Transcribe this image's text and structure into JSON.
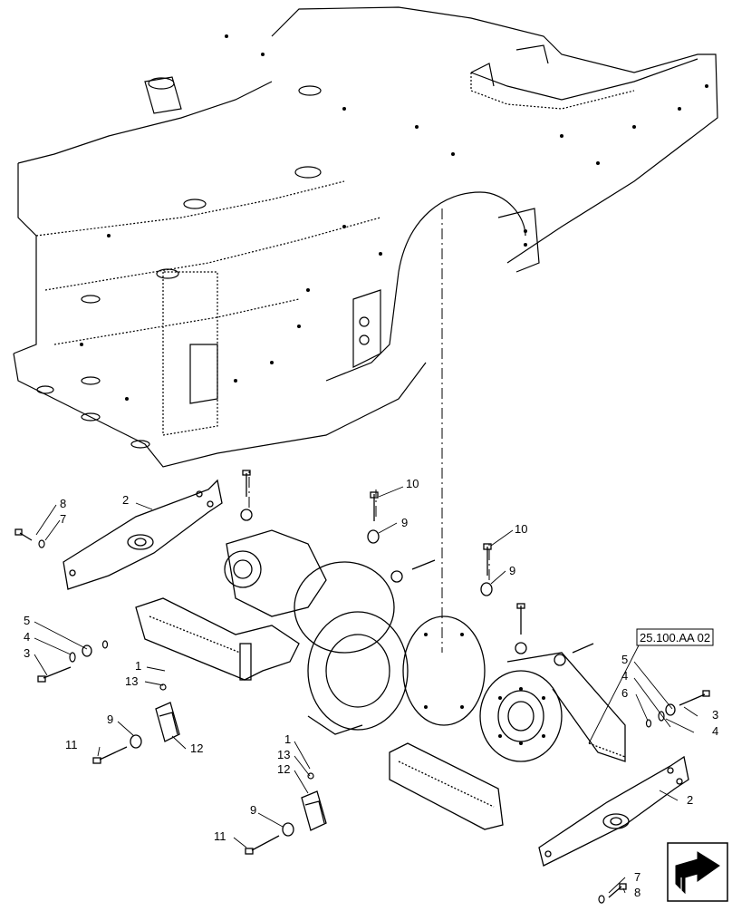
{
  "diagram": {
    "labels": {
      "l1a": "1",
      "l1b": "1",
      "l2a": "2",
      "l2b": "2",
      "l3a": "3",
      "l3b": "3",
      "l4a": "4",
      "l4b": "4",
      "l4c": "4",
      "l5a": "5",
      "l5b": "5",
      "l6": "6",
      "l7a": "7",
      "l7b": "7",
      "l8a": "8",
      "l8b": "8",
      "l9a": "9",
      "l9b": "9",
      "l9c": "9",
      "l9d": "9",
      "l10a": "10",
      "l10b": "10",
      "l11a": "11",
      "l11b": "11",
      "l12a": "12",
      "l12b": "12",
      "l13a": "13",
      "l13b": "13"
    },
    "reference_box": "25.100.AA 02"
  },
  "colors": {
    "line": "#000000",
    "background": "#ffffff"
  },
  "icons": {
    "nav": "arrow-navigation-icon"
  }
}
